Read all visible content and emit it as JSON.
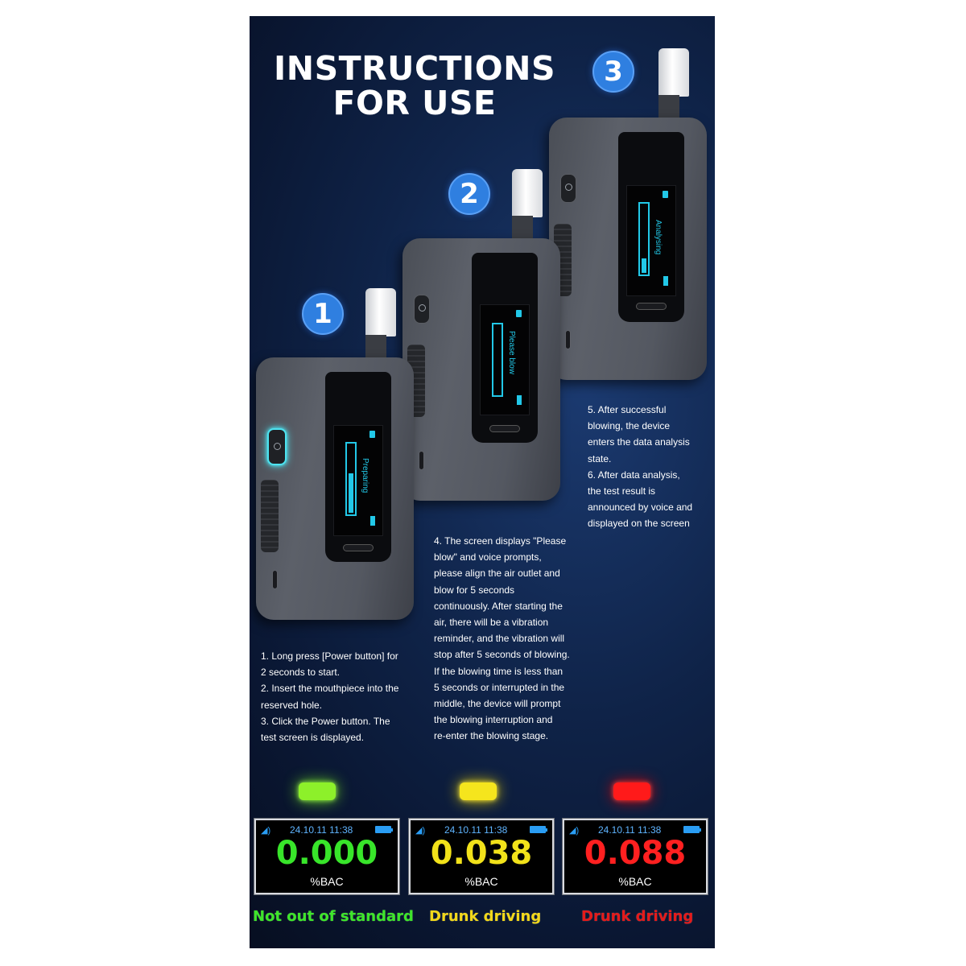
{
  "title": {
    "line1": "INSTRUCTIONS",
    "line2": "FOR USE"
  },
  "steps": [
    {
      "number": "1",
      "screen_text": "Preparing",
      "fill_fraction": 0.6
    },
    {
      "number": "2",
      "screen_text": "Please blow",
      "fill_fraction": 0.0
    },
    {
      "number": "3",
      "screen_text": "Analysing",
      "fill_fraction": 0.25
    }
  ],
  "instructions": {
    "block1": [
      "1. Long press [Power button] for",
      "2 seconds to start.",
      "2. Insert the mouthpiece into the",
      "reserved hole.",
      "3. Click the Power button. The",
      "test screen is displayed."
    ],
    "block2": [
      "4. The screen displays \"Please",
      "blow\" and voice prompts,",
      "please align the air outlet and",
      "blow for 5 seconds",
      "continuously. After starting the",
      "air, there will be a vibration",
      "reminder, and the vibration will",
      "stop after 5 seconds of blowing.",
      "If the blowing time is less than",
      "5 seconds or interrupted in the",
      "middle, the device will prompt",
      "the blowing interruption and",
      "re-enter the blowing stage."
    ],
    "block3": [
      "5. After successful",
      "blowing, the device",
      "enters the data analysis",
      "state.",
      "6. After data analysis,",
      "the test result is",
      "announced by voice and",
      "displayed on the screen"
    ]
  },
  "results": [
    {
      "led_color": "green",
      "datetime": "24.10.11  11:38",
      "value": "0.000",
      "unit": "%BAC",
      "value_color": "#38e52a",
      "label": "Not out of standard",
      "label_color": "#3ee62a"
    },
    {
      "led_color": "yellow",
      "datetime": "24.10.11  11:38",
      "value": "0.038",
      "unit": "%BAC",
      "value_color": "#f2e21a",
      "label": "Drunk driving",
      "label_color": "#f2d81a"
    },
    {
      "led_color": "red",
      "datetime": "24.10.11  11:38",
      "value": "0.088",
      "unit": "%BAC",
      "value_color": "#ff2020",
      "label": "Drunk driving",
      "label_color": "#e51a1a"
    }
  ],
  "icons": {
    "speaker": "speaker-icon",
    "battery": "battery-icon",
    "power": "power-icon"
  }
}
